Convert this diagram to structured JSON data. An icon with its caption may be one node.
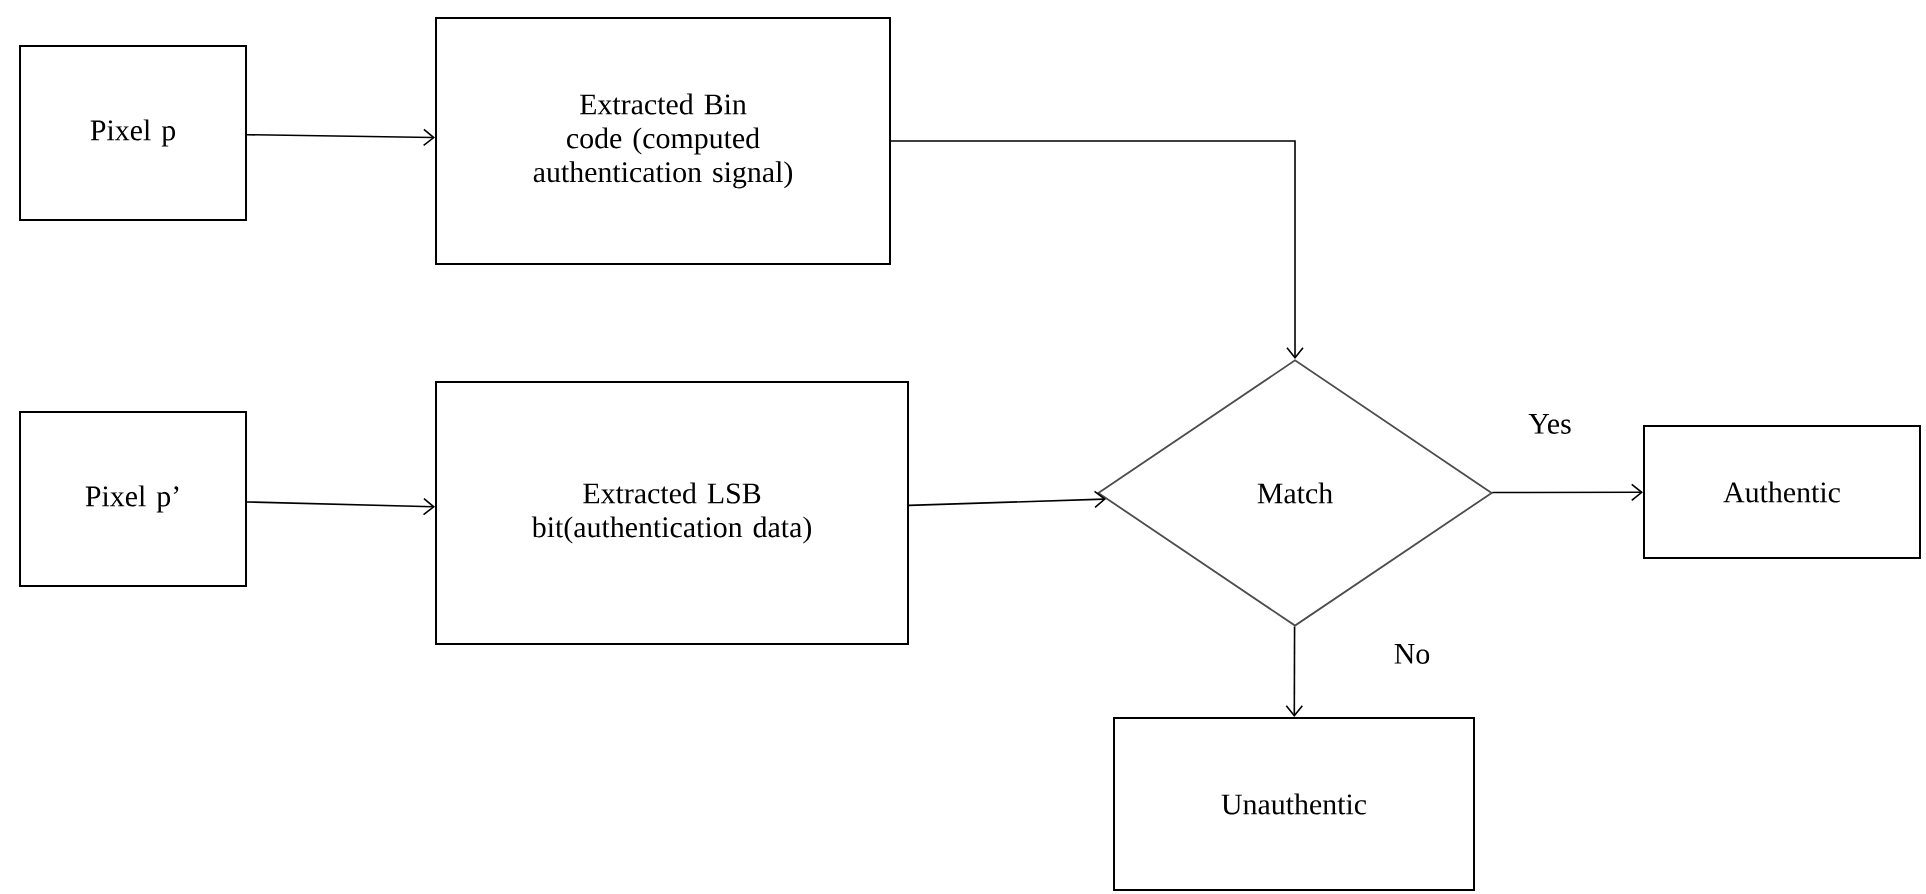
{
  "diagram": {
    "nodes": [
      {
        "text": [
          "Pixel p"
        ]
      },
      {
        "text": [
          "Extracted Bin code (computed authentication signal)"
        ]
      },
      {
        "text": [
          "Pixel p’"
        ]
      },
      {
        "text": [
          "Extracted LSB bit(authentication data)"
        ]
      },
      {
        "text": [
          "Match"
        ]
      },
      {
        "text": [
          "Authentic"
        ]
      },
      {
        "text": [
          "Unauthentic"
        ]
      }
    ],
    "edges": [
      {
        "from": 0,
        "to": 1,
        "arrow": "to"
      },
      {
        "from": 2,
        "to": 3,
        "arrow": "to"
      },
      {
        "from": 1,
        "to": 4,
        "arrow": "to"
      },
      {
        "from": 3,
        "to": 4,
        "arrow": "to"
      },
      {
        "from": 4,
        "to": 5,
        "arrow": "to",
        "label": "Yes"
      },
      {
        "from": 4,
        "to": 6,
        "arrow": "to",
        "label": "No"
      }
    ]
  }
}
